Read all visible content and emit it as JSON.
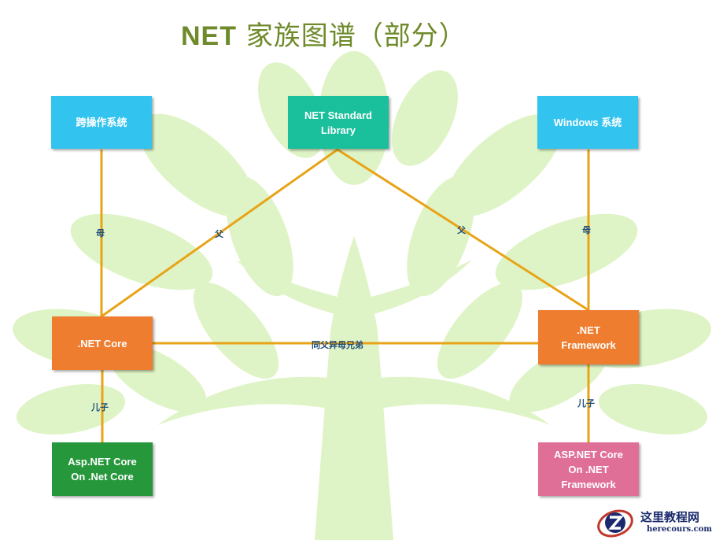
{
  "title": {
    "prefix": "NET",
    "suffix": "家族图谱（部分）"
  },
  "nodes": {
    "cross_platform": {
      "label": "跨操作系统",
      "color": "#33c3ef"
    },
    "standard": {
      "label": "NET Standard\nLibrary",
      "color": "#1abf9b"
    },
    "windows": {
      "label": "Windows 系统",
      "color": "#33c3ef"
    },
    "core": {
      "label": ".NET Core",
      "color": "#ef7d2f"
    },
    "framework": {
      "label": ".NET\nFramework",
      "color": "#ef7d2f"
    },
    "asp_core": {
      "label": "Asp.NET Core\nOn .Net Core",
      "color": "#27973c"
    },
    "asp_framework": {
      "label": "ASP.NET Core\nOn .NET\nFramework",
      "color": "#e06f97"
    }
  },
  "edges": {
    "mother_left": "母",
    "father_left": "父",
    "father_right": "父",
    "mother_right": "母",
    "siblings": "同父异母兄弟",
    "son_left": "儿子",
    "son_right": "儿子"
  },
  "colors": {
    "edge": "#e8a317",
    "tree": "#d9f2b8"
  },
  "logo": {
    "cn": "这里教程网",
    "en": "herecours.com"
  }
}
